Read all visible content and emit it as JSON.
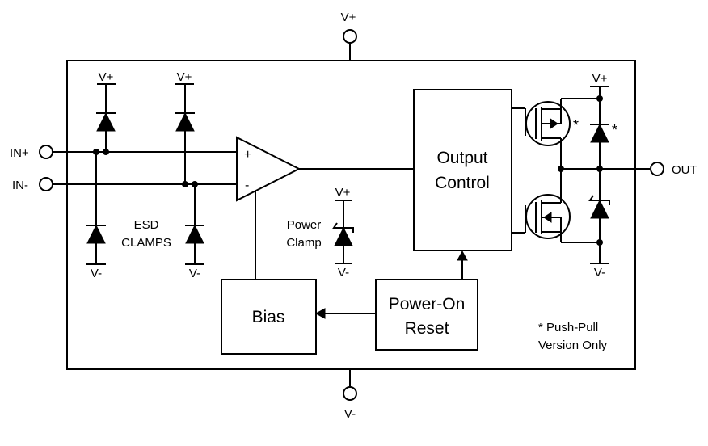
{
  "rails": {
    "vplus": "V+",
    "vminus": "V-"
  },
  "pins": {
    "in_plus": "IN+",
    "in_minus": "IN-",
    "out": "OUT"
  },
  "opamp": {
    "plus_sign": "+",
    "minus_sign": "-"
  },
  "esd": {
    "line1": "ESD",
    "line2": "CLAMPS"
  },
  "power_clamp": {
    "line1": "Power",
    "line2": "Clamp"
  },
  "blocks": {
    "output_control": {
      "line1": "Output",
      "line2": "Control"
    },
    "bias": "Bias",
    "power_on_reset": {
      "line1": "Power-On",
      "line2": "Reset"
    }
  },
  "push_pull": {
    "star": "*",
    "note_line1": "* Push-Pull",
    "note_line2": "Version Only"
  }
}
